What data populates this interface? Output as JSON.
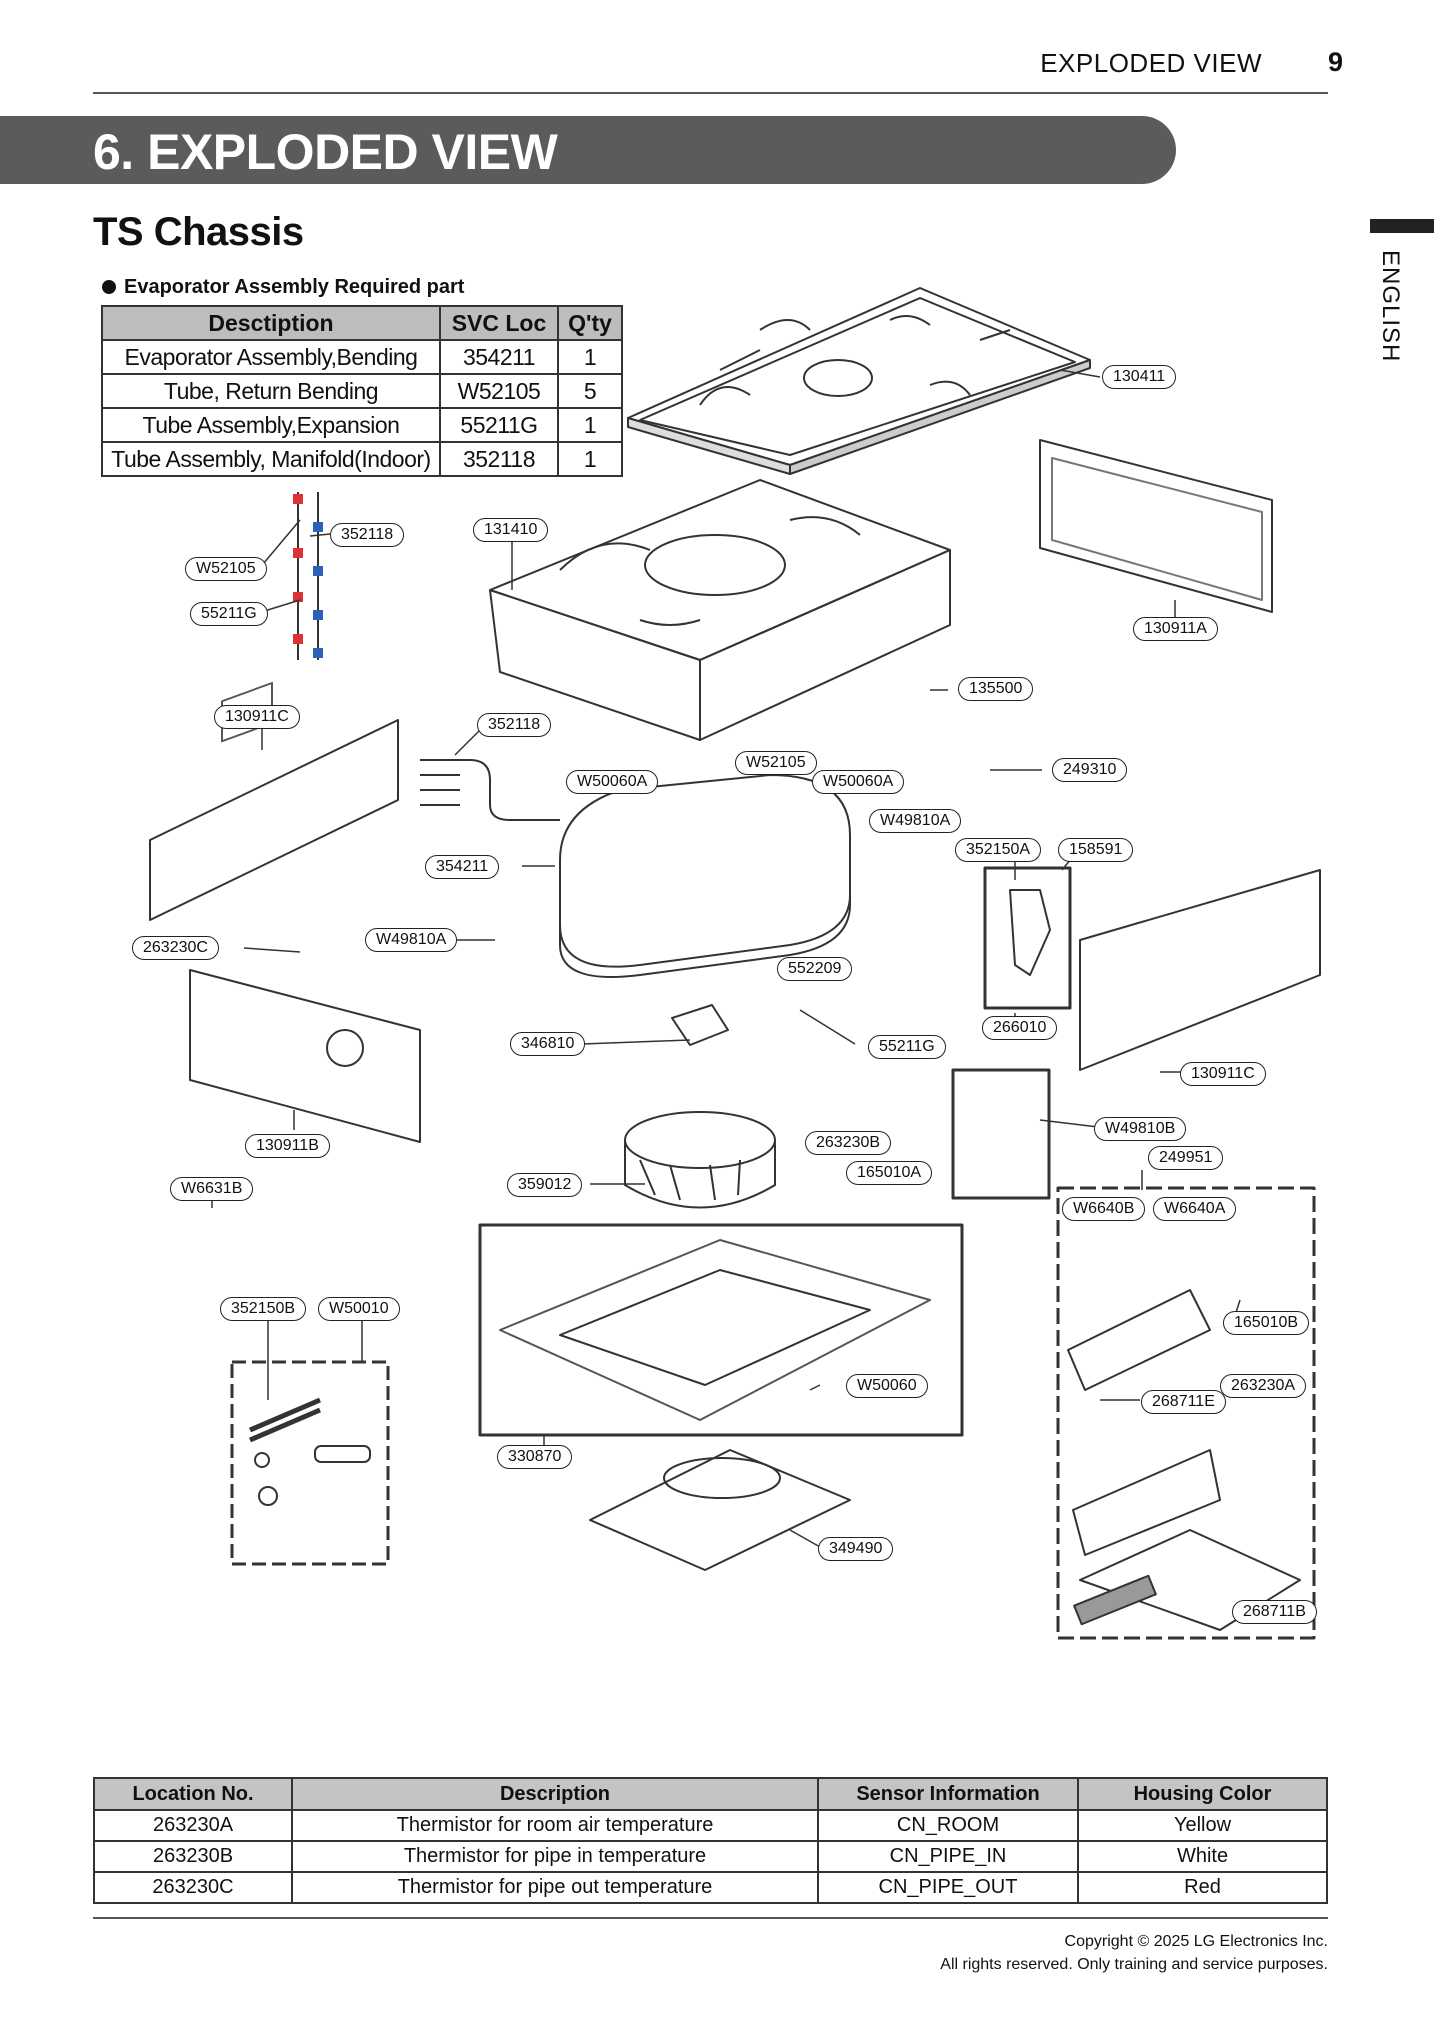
{
  "header": {
    "section_title": "EXPLODED VIEW",
    "page_number": "9"
  },
  "banner": {
    "title": "6. EXPLODED VIEW"
  },
  "side_tab": {
    "label": "ENGLISH"
  },
  "chassis_title": "TS Chassis",
  "evaporator": {
    "note": "Evaporator Assembly Required part",
    "columns": [
      "Desctiption",
      "SVC Loc",
      "Q'ty"
    ],
    "rows": [
      [
        "Evaporator Assembly,Bending",
        "354211",
        "1"
      ],
      [
        "Tube, Return Bending",
        "W52105",
        "5"
      ],
      [
        "Tube Assembly,Expansion",
        "55211G",
        "1"
      ],
      [
        "Tube Assembly, Manifold(Indoor)",
        "352118",
        "1"
      ]
    ]
  },
  "callouts": [
    "130411",
    "352118",
    "131410",
    "W52105",
    "55211G",
    "130911A",
    "135500",
    "130911C",
    "352118",
    "W50060A",
    "W52105",
    "W50060A",
    "249310",
    "W49810A",
    "354211",
    "352150A",
    "158591",
    "263230C",
    "W49810A",
    "552209",
    "346810",
    "55211G",
    "266010",
    "130911C",
    "263230B",
    "W49810B",
    "130911B",
    "165010A",
    "249951",
    "W6631B",
    "359012",
    "W6640B",
    "W6640A",
    "352150B",
    "W50010",
    "165010B",
    "W50060",
    "263230A",
    "268711E",
    "330870",
    "349490",
    "268711B"
  ],
  "sensor_table": {
    "columns": [
      "Location No.",
      "Description",
      "Sensor Information",
      "Housing Color"
    ],
    "rows": [
      [
        "263230A",
        "Thermistor for room air temperature",
        "CN_ROOM",
        "Yellow"
      ],
      [
        "263230B",
        "Thermistor for pipe in temperature",
        "CN_PIPE_IN",
        "White"
      ],
      [
        "263230C",
        "Thermistor for pipe out temperature",
        "CN_PIPE_OUT",
        "Red"
      ]
    ]
  },
  "footer": {
    "copyright": "Copyright © 2025 LG Electronics Inc.",
    "rights": "All rights reserved. Only training and service purposes."
  }
}
